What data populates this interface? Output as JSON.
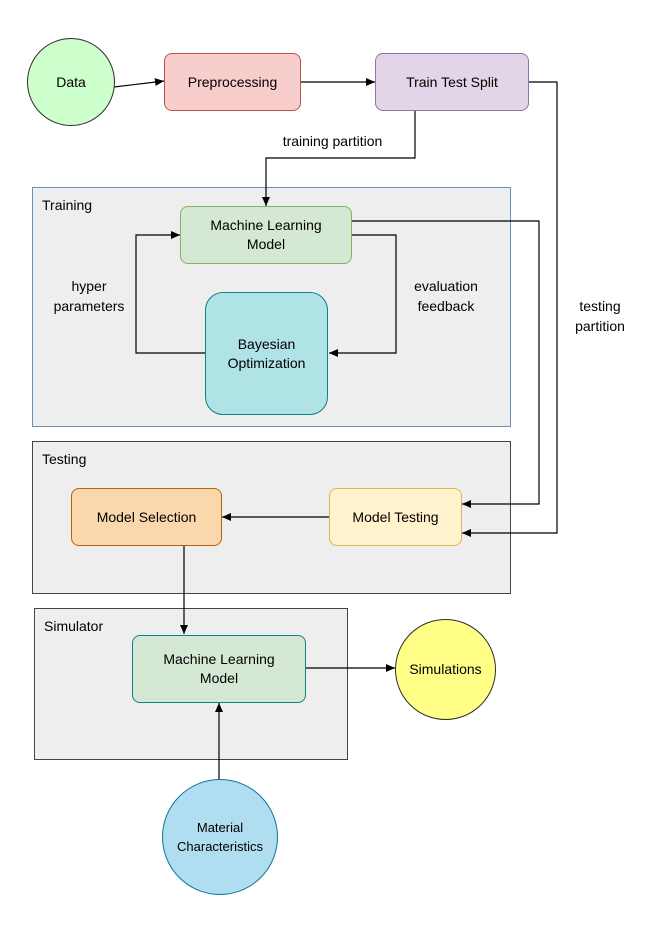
{
  "nodes": {
    "data": "Data",
    "preprocessing": "Preprocessing",
    "split": "Train Test Split",
    "ml_train_line1": "Machine Learning",
    "ml_train_line2": "Model",
    "bayes_line1": "Bayesian",
    "bayes_line2": "Optimization",
    "selection": "Model Selection",
    "testing": "Model Testing",
    "ml_sim_line1": "Machine Learning",
    "ml_sim_line2": "Model",
    "simulations": "Simulations",
    "material_line1": "Material",
    "material_line2": "Characteristics"
  },
  "groups": {
    "training": "Training",
    "testing": "Testing",
    "simulator": "Simulator"
  },
  "edge_labels": {
    "training_partition": "training partition",
    "testing_line1": "testing",
    "testing_line2": "partition",
    "hyper_line1": "hyper",
    "hyper_line2": "parameters",
    "eval_line1": "evaluation",
    "eval_line2": "feedback"
  },
  "colors": {
    "data": "#ccffcc",
    "preprocessing": "#f8cecc",
    "split": "#e1d5e7",
    "ml_model": "#d5e8d4",
    "bayesian": "#b0e3e6",
    "selection": "#fad7ac",
    "testing": "#fff2cc",
    "simulations": "#ffff88",
    "material": "#b1ddf0"
  }
}
